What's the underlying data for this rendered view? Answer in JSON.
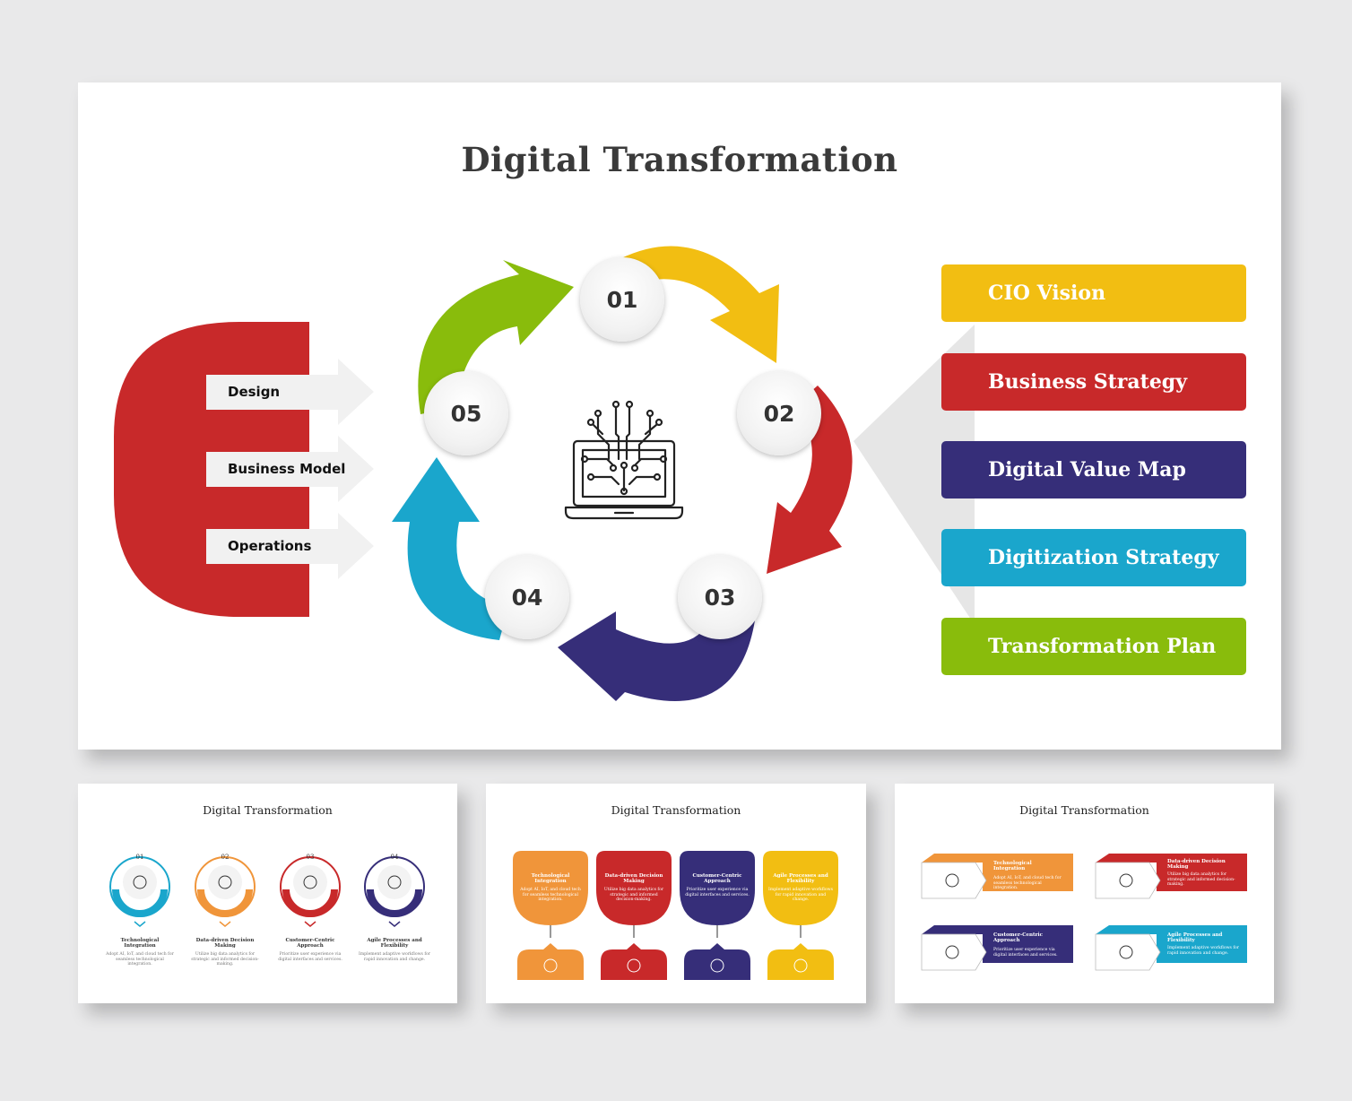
{
  "main": {
    "title": "Digital Transformation",
    "left_items": [
      "Design",
      "Business Model",
      "Operations"
    ],
    "steps": [
      "01",
      "02",
      "03",
      "04",
      "05"
    ],
    "bars": [
      "CIO Vision",
      "Business Strategy",
      "Digital Value Map",
      "Digitization Strategy",
      "Transformation Plan"
    ],
    "center_icon": "laptop-circuit-icon"
  },
  "colors": {
    "yellow": "#F2BE12",
    "red": "#C8292A",
    "navy": "#362E79",
    "blue": "#1AA6CC",
    "green": "#89BC0C",
    "orange": "#F0953A"
  },
  "thumbs": {
    "title": "Digital Transformation",
    "numbers": [
      "01",
      "02",
      "03",
      "04"
    ],
    "items": [
      {
        "head": "Technological Integration",
        "desc": "Adopt AI, IoT, and cloud tech for seamless technological integration."
      },
      {
        "head": "Data-driven Decision Making",
        "desc": "Utilize big data analytics for strategic and informed decision-making."
      },
      {
        "head": "Customer-Centric Approach",
        "desc": "Prioritize user experience via digital interfaces and services."
      },
      {
        "head": "Agile Processes and Flexibility",
        "desc": "Implement adaptive workflows for rapid innovation and change."
      }
    ]
  }
}
